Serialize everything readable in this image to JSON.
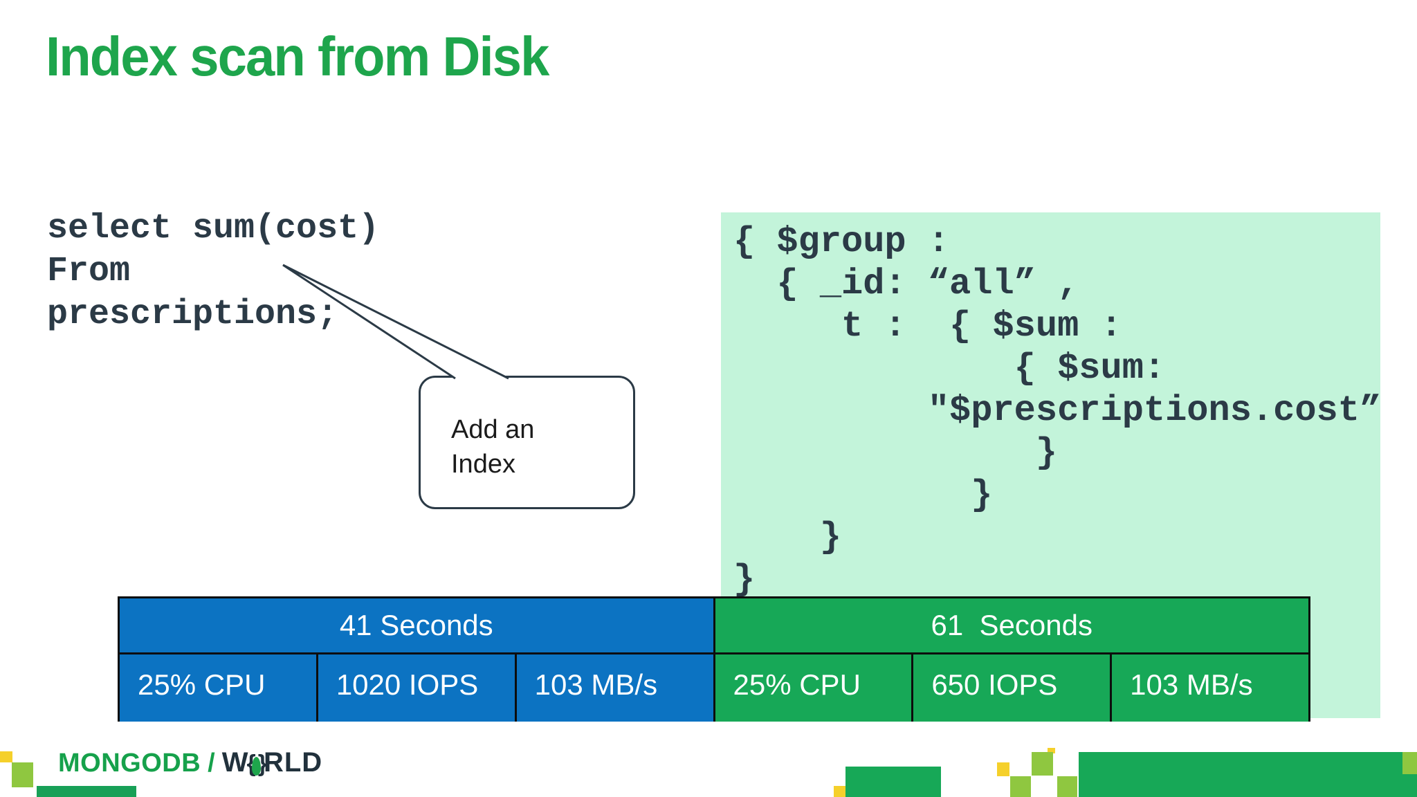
{
  "slide": {
    "title": "Index scan from Disk",
    "sql_code": "select sum(cost)\nFrom\nprescriptions;",
    "callout": {
      "text": "Add an\nIndex"
    },
    "mongo_code": "{ $group :\n  { _id: “all” ,\n     t :  { $sum :\n             { $sum:\n         \"$prescriptions.cost”\n              }\n           }\n    }\n}",
    "results_table": {
      "left": {
        "header": "41 Seconds",
        "cells": [
          "25% CPU",
          "1020 IOPS",
          "103 MB/s"
        ],
        "color": "#0C73C2"
      },
      "right": {
        "header": "61  Seconds",
        "cells": [
          "25% CPU",
          "650 IOPS",
          "103 MB/s"
        ],
        "color": "#17A857"
      }
    },
    "footer": {
      "brand_mongodb": "MONGODB",
      "brand_separator": "/",
      "brand_world_w": "W",
      "brand_world_rld": "RLD",
      "world_o_left_brace": "{",
      "world_o_right_brace": "}"
    },
    "colors": {
      "title_green": "#1EA54C",
      "code_text": "#2B3A46",
      "code_block_bg": "#C3F4DA",
      "table_blue": "#0C73C2",
      "table_green": "#17A857",
      "accent_yellow": "#F5D02B",
      "accent_light_green": "#8FC740",
      "logo_dark": "#21313C",
      "table_text": "#FFFFFF"
    }
  }
}
